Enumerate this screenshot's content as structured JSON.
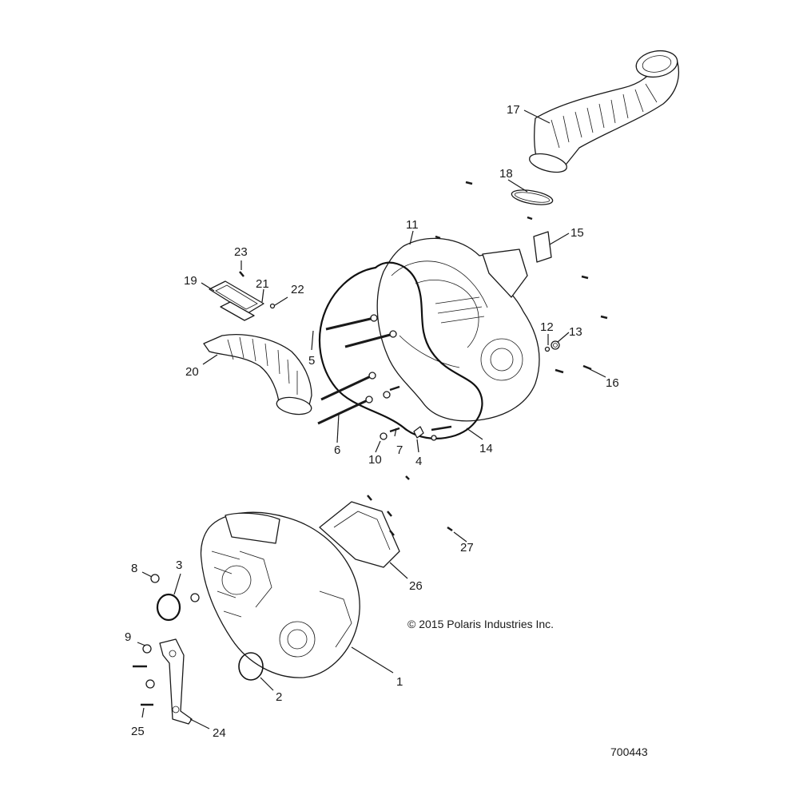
{
  "copyright": "© 2015 Polaris Industries Inc.",
  "diagram_number": "700443",
  "callouts": [
    {
      "key": "c1",
      "label": "1"
    },
    {
      "key": "c2",
      "label": "2"
    },
    {
      "key": "c3",
      "label": "3"
    },
    {
      "key": "c4",
      "label": "4"
    },
    {
      "key": "c5",
      "label": "5"
    },
    {
      "key": "c6",
      "label": "6"
    },
    {
      "key": "c7",
      "label": "7"
    },
    {
      "key": "c8",
      "label": "8"
    },
    {
      "key": "c9",
      "label": "9"
    },
    {
      "key": "c10",
      "label": "10"
    },
    {
      "key": "c11",
      "label": "11"
    },
    {
      "key": "c12",
      "label": "12"
    },
    {
      "key": "c13",
      "label": "13"
    },
    {
      "key": "c14",
      "label": "14"
    },
    {
      "key": "c15",
      "label": "15"
    },
    {
      "key": "c16",
      "label": "16"
    },
    {
      "key": "c17",
      "label": "17"
    },
    {
      "key": "c18",
      "label": "18"
    },
    {
      "key": "c19",
      "label": "19"
    },
    {
      "key": "c20",
      "label": "20"
    },
    {
      "key": "c21",
      "label": "21"
    },
    {
      "key": "c22",
      "label": "22"
    },
    {
      "key": "c23",
      "label": "23"
    },
    {
      "key": "c24",
      "label": "24"
    },
    {
      "key": "c25",
      "label": "25"
    },
    {
      "key": "c26",
      "label": "26"
    },
    {
      "key": "c27",
      "label": "27"
    }
  ]
}
